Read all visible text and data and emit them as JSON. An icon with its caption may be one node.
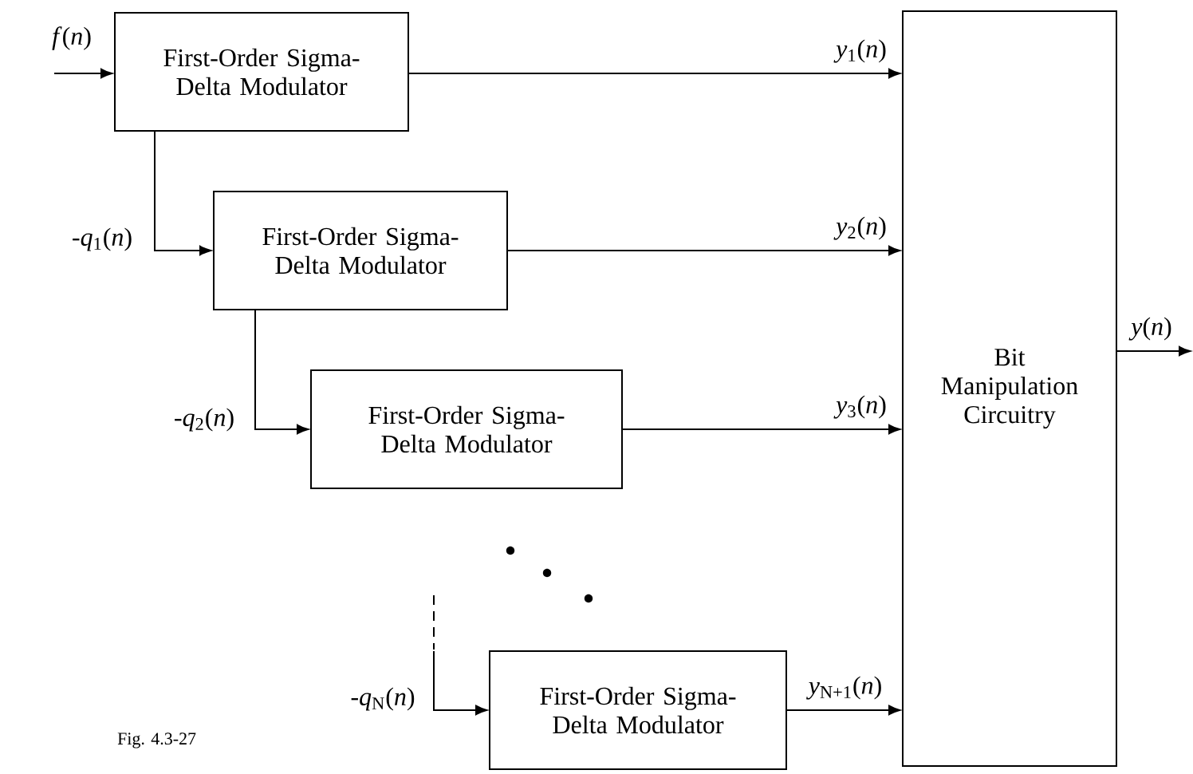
{
  "diagram": {
    "nodes": [
      {
        "text": [
          "First-Order Sigma- Delta Modulator"
        ]
      },
      {
        "text": [
          "First-Order Sigma- Delta Modulator"
        ]
      },
      {
        "text": [
          "First-Order Sigma- Delta Modulator"
        ]
      },
      {
        "text": [
          "First-Order Sigma- Delta Modulator"
        ]
      },
      {
        "text": [
          "Bit Manipulation Circuitry"
        ]
      }
    ],
    "edges": [
      {
        "from": null,
        "to": 0,
        "arrow": "to",
        "label": "*f*(*n*)"
      },
      {
        "from": 0,
        "to": 4,
        "arrow": "to",
        "label": "*y*$_{1}$(*n*)"
      },
      {
        "from": 0,
        "to": 1,
        "arrow": "to",
        "label": "-*q*$_{1}$(*n*)"
      },
      {
        "from": 1,
        "to": 4,
        "arrow": "to",
        "label": "*y*$_{2}$(*n*)"
      },
      {
        "from": 1,
        "to": 2,
        "arrow": "to",
        "label": "-*q*$_{2}$(*n*)"
      },
      {
        "from": 2,
        "to": 4,
        "arrow": "to",
        "label": "*y*$_{3}$(*n*)"
      },
      {
        "from": null,
        "to": 3,
        "arrow": "to",
        "label": "-*q*$_{N}$(*n*)"
      },
      {
        "from": 3,
        "to": 4,
        "arrow": "to",
        "label": "*y*$_{N+1}$(*n*)"
      },
      {
        "from": 4,
        "to": null,
        "arrow": "to",
        "label": "*y*(*n*)"
      }
    ],
    "labels": [
      "Fig. 4.3-27"
    ]
  }
}
